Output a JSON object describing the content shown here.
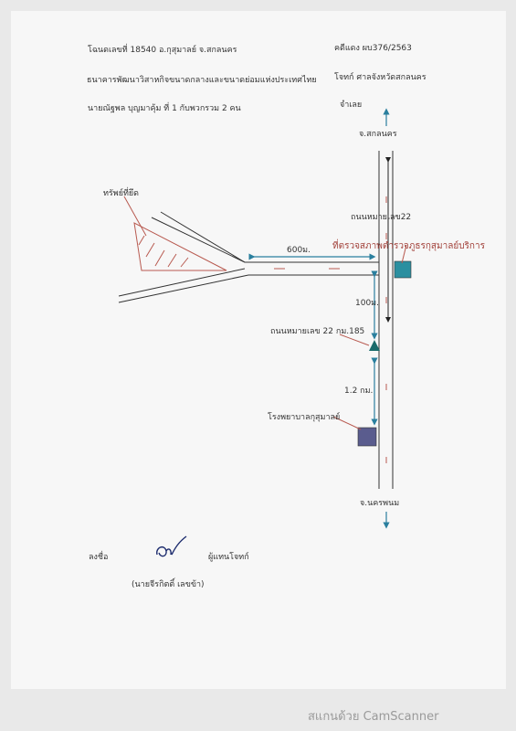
{
  "header": {
    "title_deed": "โฉนดเลขที่ 18540  อ.กุสุมาลย์   จ.สกลนคร",
    "case_no": "คดีแดง ผบ376/2563",
    "bank": "ธนาคารพัฒนาวิสาหกิจขนาดกลางและขนาดย่อมแห่งประเทศไทย",
    "plaintiff": "โจทก์ ศาลจังหวัดสกลนคร",
    "defendant_name": "นายณัฐพล  บุญมาคุ้ม ที่ 1 กับพวกรวม 2 คน",
    "defendant_label": "จำเลย"
  },
  "map": {
    "north_label": "จ.สกลนคร",
    "south_label": "จ.นครพนม",
    "property_label": "ทรัพย์ที่ยึด",
    "road_label": "ถนนหมายเลข22",
    "distance_600": "600ม.",
    "distance_100": "100ม.",
    "distance_1_2": "1.2 กม.",
    "police_label": "ที่ตรวจสภาพตำรวจภูธรกุสุมาลย์บริการ",
    "km_marker_label": "ถนนหมายเลข 22 กม.185",
    "hospital_label": "โรงพยาบาลกุสุมาลย์",
    "colors": {
      "hospital": "#5a5c8e",
      "police": "#2b8fa0",
      "marker": "#1a6a6a",
      "arrow": "#2a7f9e"
    }
  },
  "signature": {
    "sign_label": "ลงชื่อ",
    "role": "ผู้แทนโจทก์",
    "name": "(นายจีรกิตติ์  เลขข้า)"
  },
  "footer": {
    "scanner": "สแกนด้วย CamScanner"
  }
}
